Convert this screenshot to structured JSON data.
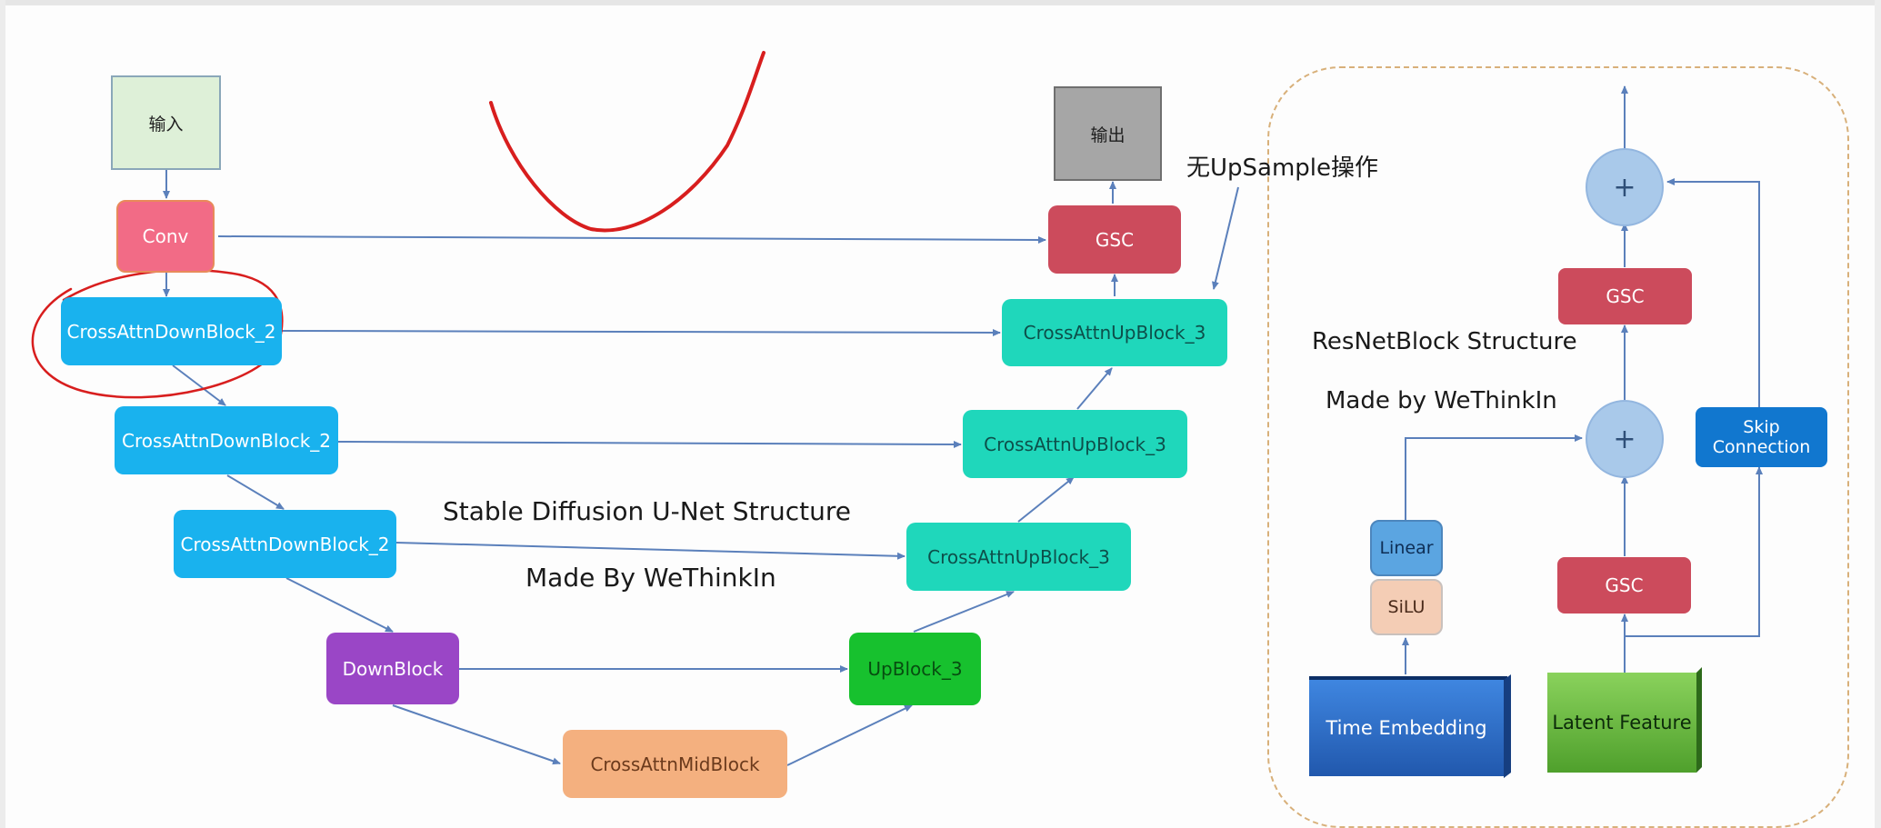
{
  "unet": {
    "input": "输入",
    "output": "输出",
    "conv": "Conv",
    "gsc": "GSC",
    "down_block_1": "CrossAttnDownBlock_2",
    "down_block_2": "CrossAttnDownBlock_2",
    "down_block_3": "CrossAttnDownBlock_2",
    "down_block_4": "DownBlock",
    "mid_block": "CrossAttnMidBlock",
    "up_block_1": "UpBlock_3",
    "up_block_2": "CrossAttnUpBlock_3",
    "up_block_3": "CrossAttnUpBlock_3",
    "up_block_4": "CrossAttnUpBlock_3",
    "no_upsample_note": "无UpSample操作",
    "title": "Stable Diffusion U-Net Structure",
    "credit": "Made By WeThinkIn"
  },
  "resnet": {
    "title": "ResNetBlock Structure",
    "credit": "Made by WeThinkIn",
    "plus_top": "+",
    "plus_bottom": "+",
    "gsc_top": "GSC",
    "gsc_bottom": "GSC",
    "skip": "Skip Connection",
    "linear": "Linear",
    "silu": "SiLU",
    "time_embedding": "Time Embedding",
    "latent_feature": "Latent Feature"
  },
  "colors": {
    "down_blocks": "#19b2ee",
    "up_blocks": "#1fd7bb",
    "gsc": "#cc4b5c",
    "conv": "#f26b86",
    "down_block": "#9a46c6",
    "up_block": "#17c12e",
    "mid_block": "#f4b07f",
    "arrows": "#5b80bb",
    "annotation": "#d81e1e"
  }
}
